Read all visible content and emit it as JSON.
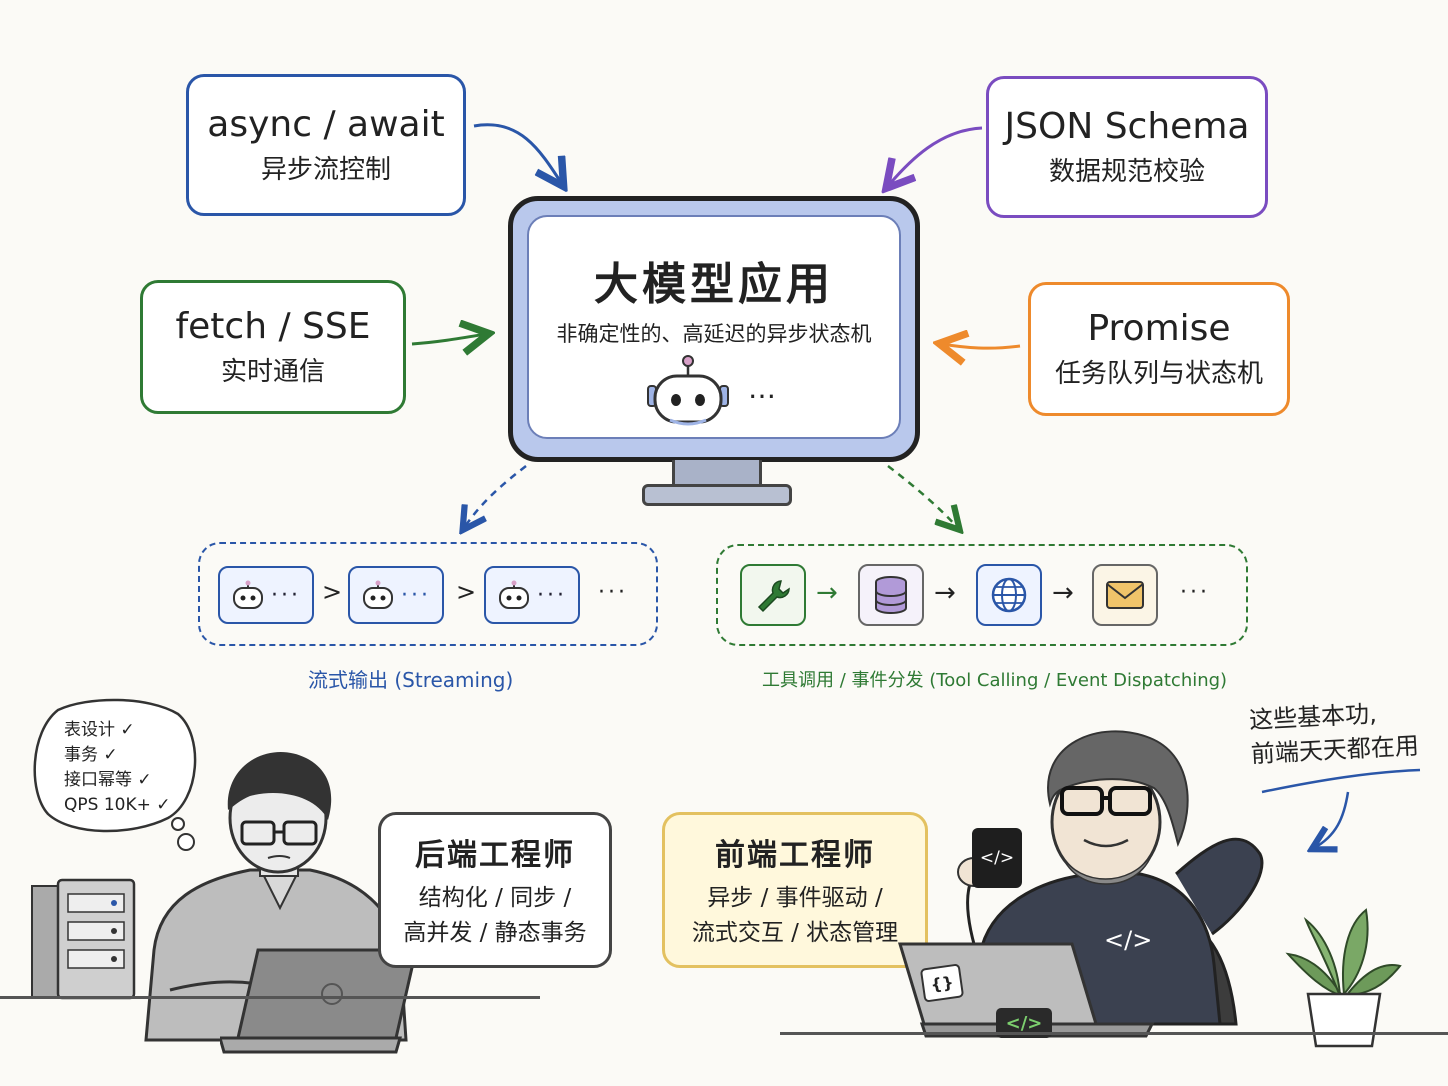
{
  "center": {
    "title": "大模型应用",
    "subtitle": "非确定性的、高延迟的异步状态机",
    "ellipsis": "…"
  },
  "boxes": {
    "async": {
      "title": "async / await",
      "subtitle": "异步流控制"
    },
    "json": {
      "title": "JSON Schema",
      "subtitle": "数据规范校验"
    },
    "fetch": {
      "title": "fetch / SSE",
      "subtitle": "实时通信"
    },
    "promise": {
      "title": "Promise",
      "subtitle": "任务队列与状态机"
    }
  },
  "streaming": {
    "caption": "流式输出 (Streaming)",
    "chip_dots": "···",
    "sep": ">",
    "tail": "···"
  },
  "tools": {
    "caption": "工具调用 / 事件分发 (Tool Calling / Event Dispatching)",
    "arrow": "→",
    "tail": "···"
  },
  "backend": {
    "title": "后端工程师",
    "line1": "结构化 / 同步 /",
    "line2": "高并发 / 静态事务",
    "thought": [
      "表设计 ✓",
      "事务 ✓",
      "接口幂等 ✓",
      "QPS 10K+ ✓"
    ]
  },
  "frontend": {
    "title": "前端工程师",
    "line1": "异步 / 事件驱动 /",
    "line2": "流式交互 / 状态管理",
    "note1": "这些基本功,",
    "note2": "前端天天都在用",
    "mug": "</>",
    "hoodie": "</>",
    "laptop_braces": "{}",
    "laptop_code": "</>"
  },
  "colors": {
    "blue": "#2a56a8",
    "purple": "#7a4cc0",
    "green": "#2f7a34",
    "orange": "#ee8a2c",
    "backend_border": "#444",
    "frontend_bg": "#fff8dc",
    "frontend_border": "#e3c160"
  }
}
